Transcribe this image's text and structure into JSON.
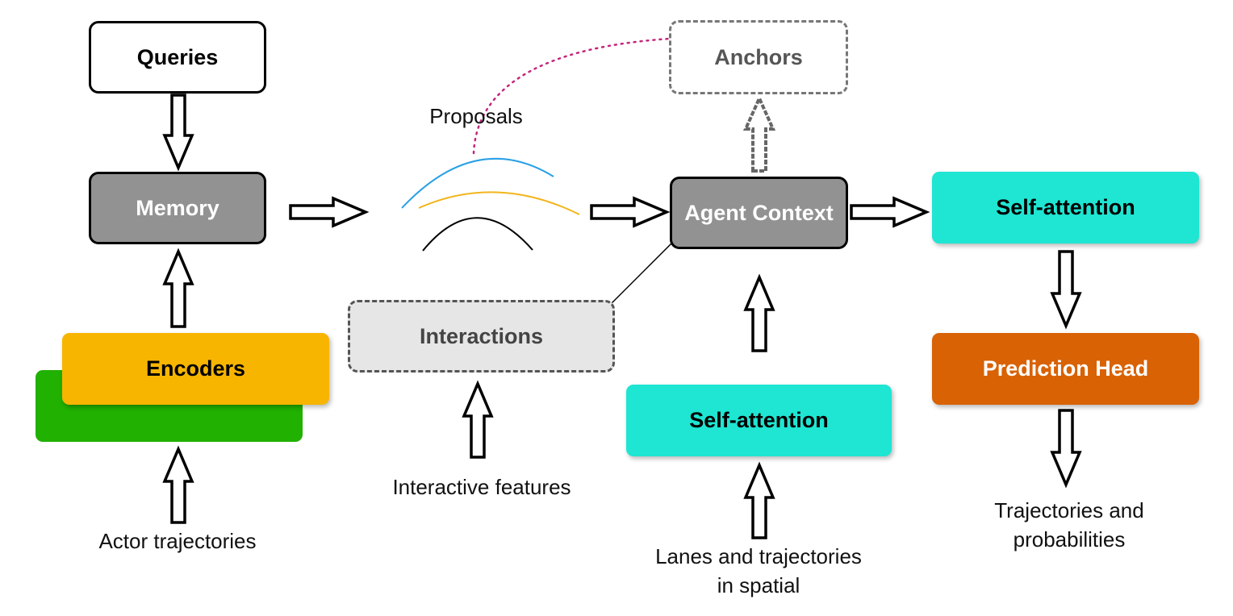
{
  "boxes": {
    "queries": "Queries",
    "memory": "Memory",
    "encoders": "Encoders",
    "anchors": "Anchors",
    "interactions": "Interactions",
    "agent_context": "Agent Context",
    "self_attention_top": "Self-attention",
    "self_attention_bottom": "Self-attention",
    "prediction_head": "Prediction Head"
  },
  "labels": {
    "proposals": "Proposals",
    "actor_trajectories": "Actor trajectories",
    "interactive_features": "Interactive features",
    "lanes_line1": "Lanes and trajectories",
    "lanes_line2": "in spatial",
    "output_line1": "Trajectories and",
    "output_line2": "probabilities"
  },
  "colors": {
    "memory_fill": "#929292",
    "agent_context_fill": "#929292",
    "encoders_fill": "#f7b500",
    "encoders_shadow_fill": "#21b100",
    "interactions_fill": "#e6e6e6",
    "self_attention_fill": "#1ee6d2",
    "prediction_head_fill": "#d86204",
    "proposal_curve_blue": "#2aa0e6",
    "proposal_curve_yellow": "#f2b51c",
    "proposal_curve_black": "#000000",
    "dotted_link": "#c3267d"
  }
}
